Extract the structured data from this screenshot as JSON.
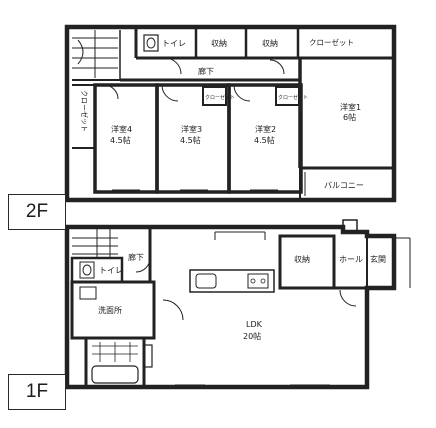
{
  "floor_labels": {
    "upper": "2F",
    "lower": "1F"
  },
  "second_floor": {
    "toilet": "トイレ",
    "storage_a": "収納",
    "storage_b": "収納",
    "closet_top": "クローゼット",
    "hallway": "廊下",
    "closet_left": "クローゼット",
    "room_4_5_a": {
      "name": "洋室4",
      "size": "4.5帖"
    },
    "room_4_5_b": {
      "name": "洋室3",
      "size": "4.5帖"
    },
    "room_4_5_c": {
      "name": "洋室2",
      "size": "4.5帖"
    },
    "room_main": {
      "name": "洋室1",
      "size": "6帖"
    },
    "closet_small_a": "クローゼット",
    "closet_small_b": "クローゼット",
    "balcony": "バルコニー"
  },
  "first_floor": {
    "toilet": "トイレ",
    "hallway": "廊下",
    "washroom": "洗面所",
    "storage": "収納",
    "hall": "ホール",
    "entrance": "玄関",
    "ldk": {
      "name": "LDK",
      "size": "20帖"
    }
  },
  "colors": {
    "line": "#222222",
    "background": "#ffffff"
  }
}
